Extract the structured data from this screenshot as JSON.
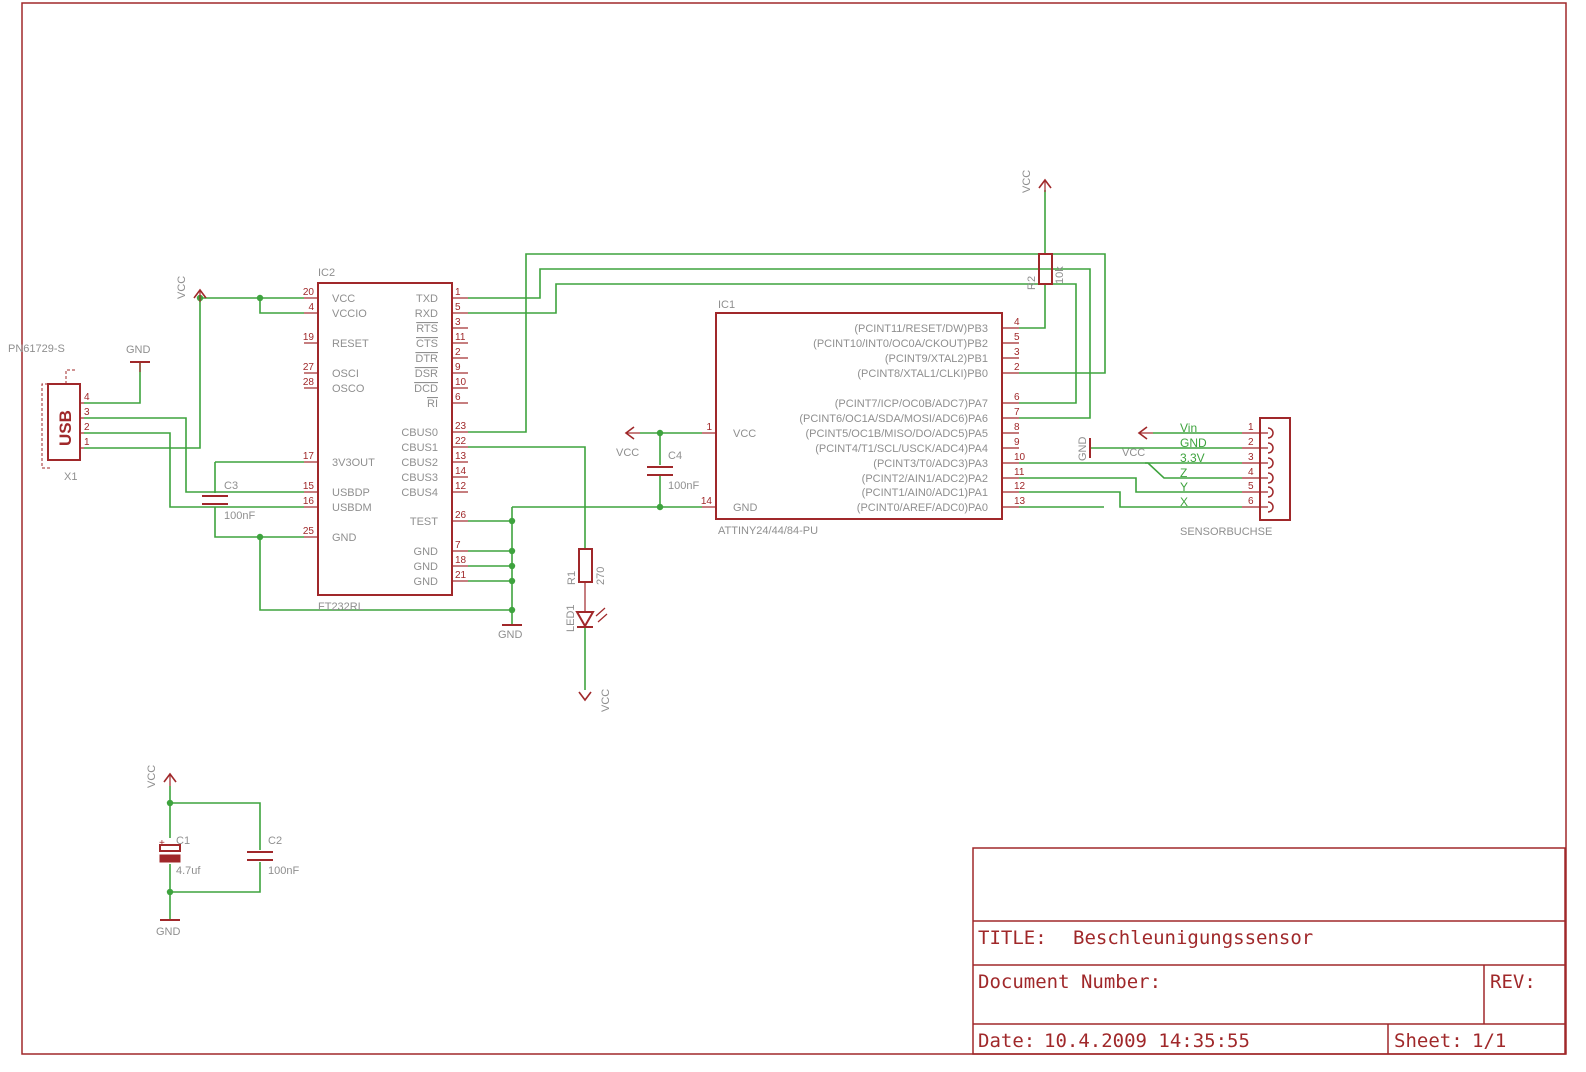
{
  "title_block": {
    "title_label": "TITLE:",
    "title": "Beschleunigungssensor",
    "docnum_label": "Document Number:",
    "rev_label": "REV:",
    "date_label": "Date:",
    "date": "10.4.2009 14:35:55",
    "sheet_label": "Sheet:",
    "sheet": "1/1"
  },
  "ic2": {
    "name": "IC2",
    "value": "FT232RL",
    "left_pins": [
      {
        "num": "20",
        "name": "VCC"
      },
      {
        "num": "4",
        "name": "VCCIO"
      },
      {
        "num": "19",
        "name": "RESET"
      },
      {
        "num": "27",
        "name": "OSCI"
      },
      {
        "num": "28",
        "name": "OSCO"
      },
      {
        "num": "17",
        "name": "3V3OUT"
      },
      {
        "num": "15",
        "name": "USBDP"
      },
      {
        "num": "16",
        "name": "USBDM"
      },
      {
        "num": "25",
        "name": "GND"
      }
    ],
    "right_pins": [
      {
        "num": "1",
        "name": "TXD"
      },
      {
        "num": "5",
        "name": "RXD"
      },
      {
        "num": "3",
        "name": "RTS"
      },
      {
        "num": "11",
        "name": "CTS"
      },
      {
        "num": "2",
        "name": "DTR"
      },
      {
        "num": "9",
        "name": "DSR"
      },
      {
        "num": "10",
        "name": "DCD"
      },
      {
        "num": "6",
        "name": "RI"
      },
      {
        "num": "23",
        "name": "CBUS0"
      },
      {
        "num": "22",
        "name": "CBUS1"
      },
      {
        "num": "13",
        "name": "CBUS2"
      },
      {
        "num": "14",
        "name": "CBUS3"
      },
      {
        "num": "12",
        "name": "CBUS4"
      },
      {
        "num": "26",
        "name": "TEST"
      },
      {
        "num": "7",
        "name": "GND"
      },
      {
        "num": "18",
        "name": "GND"
      },
      {
        "num": "21",
        "name": "GND"
      }
    ]
  },
  "ic1": {
    "name": "IC1",
    "value": "ATTINY24/44/84-PU",
    "left_pins": [
      {
        "num": "1",
        "name": "VCC"
      },
      {
        "num": "14",
        "name": "GND"
      }
    ],
    "right_pins": [
      {
        "num": "4",
        "name": "(PCINT11/RESET/DW)PB3"
      },
      {
        "num": "5",
        "name": "(PCINT10/INT0/OC0A/CKOUT)PB2"
      },
      {
        "num": "3",
        "name": "(PCINT9/XTAL2)PB1"
      },
      {
        "num": "2",
        "name": "(PCINT8/XTAL1/CLKI)PB0"
      },
      {
        "num": "6",
        "name": "(PCINT7/ICP/OC0B/ADC7)PA7"
      },
      {
        "num": "7",
        "name": "(PCINT6/OC1A/SDA/MOSI/ADC6)PA6"
      },
      {
        "num": "8",
        "name": "(PCINT5/OC1B/MISO/DO/ADC5)PA5"
      },
      {
        "num": "9",
        "name": "(PCINT4/T1/SCL/USCK/ADC4)PA4"
      },
      {
        "num": "10",
        "name": "(PCINT3/T0/ADC3)PA3"
      },
      {
        "num": "11",
        "name": "(PCINT2/AIN1/ADC2)PA2"
      },
      {
        "num": "12",
        "name": "(PCINT1/AIN0/ADC1)PA1"
      },
      {
        "num": "13",
        "name": "(PCINT0/AREF/ADC0)PA0"
      }
    ]
  },
  "usb": {
    "name": "X1",
    "value": "PN61729-S",
    "body_label": "USB",
    "pins": [
      "4",
      "3",
      "2",
      "1"
    ]
  },
  "sensor": {
    "name": "SENSORBUCHSE",
    "pins": [
      "1",
      "2",
      "3",
      "4",
      "5",
      "6"
    ],
    "nets": [
      "Vin",
      "GND",
      "3.3V",
      "Z",
      "Y",
      "X"
    ]
  },
  "components": {
    "c1": {
      "name": "C1",
      "value": "4.7uf"
    },
    "c2": {
      "name": "C2",
      "value": "100nF"
    },
    "c3": {
      "name": "C3",
      "value": "100nF"
    },
    "c4": {
      "name": "C4",
      "value": "100nF"
    },
    "r1": {
      "name": "R1",
      "value": "270"
    },
    "r2": {
      "name": "R2",
      "value": "10k"
    },
    "led1": {
      "name": "LED1"
    }
  },
  "supplies": {
    "vcc": "VCC",
    "gnd": "GND"
  }
}
